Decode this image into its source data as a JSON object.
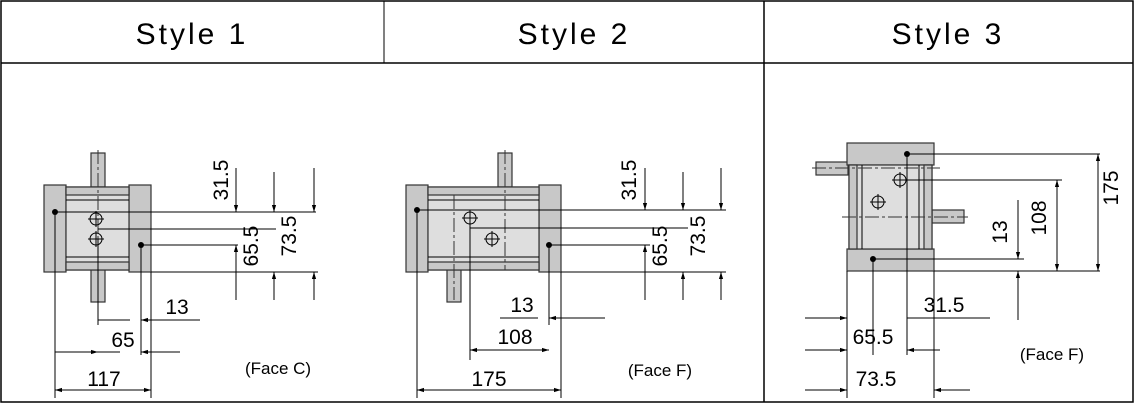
{
  "headers": [
    "Style 1",
    "Style 2",
    "Style 3"
  ],
  "style1": {
    "dims": [
      "31.5",
      "65.5",
      "73.5",
      "13",
      "65",
      "117"
    ],
    "face": "(Face C)"
  },
  "style2": {
    "dims": [
      "31.5",
      "65.5",
      "73.5",
      "13",
      "108",
      "175"
    ],
    "face": "(Face F)"
  },
  "style3": {
    "dims": [
      "175",
      "108",
      "13",
      "31.5",
      "65.5",
      "73.5"
    ],
    "face": "(Face F)"
  }
}
